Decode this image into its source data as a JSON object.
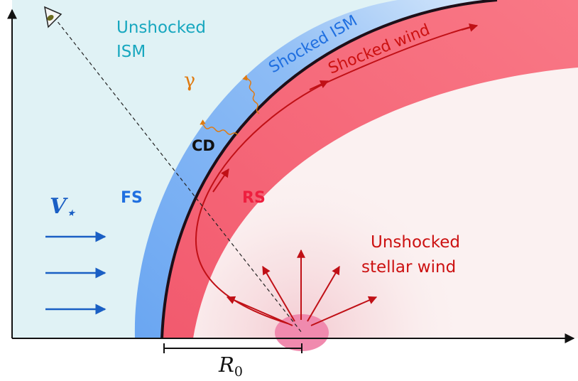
{
  "labels": {
    "unshocked_ism_line1": "Unshocked",
    "unshocked_ism_line2": "ISM",
    "shocked_ism": "Shocked ISM",
    "shocked_wind": "Shocked wind",
    "gamma": "γ",
    "cd": "CD",
    "fs": "FS",
    "rs": "RS",
    "velocity": "V",
    "velocity_sub": "⋆",
    "unshocked_wind_line1": "Unshocked",
    "unshocked_wind_line2": "stellar wind",
    "r0": "R",
    "r0_sub": "0"
  },
  "colors": {
    "ism_background": "#e0f2f5",
    "wind_background": "#fbf1f1",
    "shocked_ism_band": "#5a9bf0",
    "shocked_wind_band": "#f5566b",
    "contact_discontinuity": "#1d0f18",
    "ism_label": "#17a7bf",
    "shock_label_blue": "#1f6fe0",
    "wind_red": "#cc1111",
    "rs_label": "#ee1f3f",
    "gamma_orange": "#e07a10",
    "velocity_arrow": "#1a5fc4",
    "star": "#f08aae"
  },
  "icons": {
    "observer": "eye-icon"
  }
}
